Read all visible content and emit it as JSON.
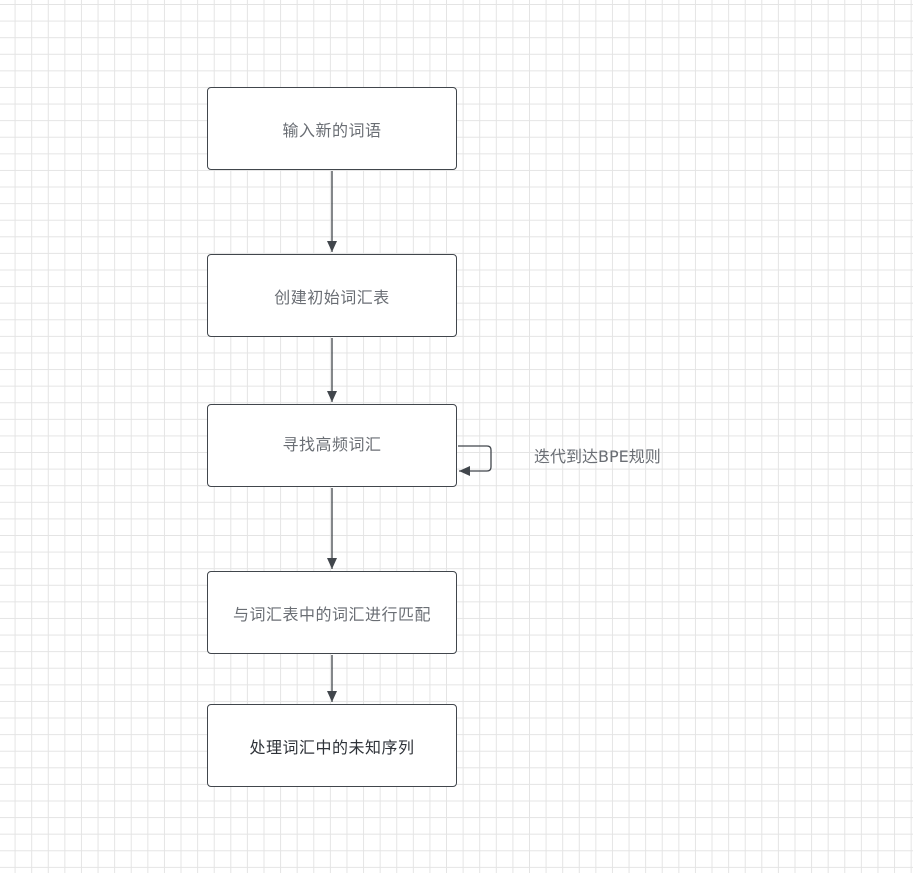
{
  "nodes": [
    {
      "id": "input",
      "label": "输入新的词语"
    },
    {
      "id": "create",
      "label": "创建初始词汇表"
    },
    {
      "id": "find",
      "label": "寻找高频词汇"
    },
    {
      "id": "match",
      "label": "与词汇表中的词汇进行匹配"
    },
    {
      "id": "handle",
      "label": "处理词汇中的未知序列"
    }
  ],
  "loop_note": "迭代到达BPE规则",
  "colors": {
    "stroke": "#41464c",
    "text": "#6a6e74",
    "text_dark": "#2e3238",
    "grid": "#e4e4e4"
  }
}
